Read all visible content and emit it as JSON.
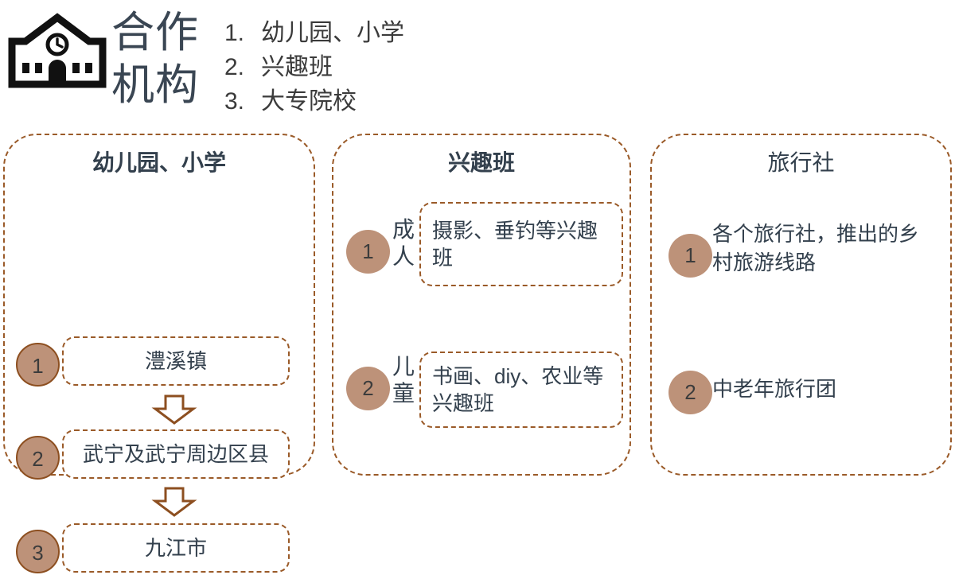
{
  "header": {
    "icon": "school-building-clock-icon",
    "title": "合作\n机构",
    "list": [
      {
        "num": "1.",
        "label": "幼儿园、小学"
      },
      {
        "num": "2.",
        "label": "兴趣班"
      },
      {
        "num": "3.",
        "label": "大专院校"
      }
    ]
  },
  "columns": {
    "kindergarten": {
      "title": "幼儿园、小学",
      "items": [
        {
          "badge": "1",
          "text": "澧溪镇"
        },
        {
          "badge": "2",
          "text": "武宁及武宁周边区县"
        },
        {
          "badge": "3",
          "text": "九江市"
        }
      ],
      "arrows": [
        "down-arrow-icon",
        "down-arrow-icon"
      ]
    },
    "hobby": {
      "title": "兴趣班",
      "items": [
        {
          "badge": "1",
          "label": "成人",
          "text": "摄影、垂钓等兴趣班"
        },
        {
          "badge": "2",
          "label": "儿童",
          "text": "书画、diy、农业等兴趣班"
        }
      ]
    },
    "travel": {
      "title": "旅行社",
      "items": [
        {
          "badge": "1",
          "text": "各个旅行社，推出的乡村旅游线路"
        },
        {
          "badge": "2",
          "text": "中老年旅行团"
        }
      ]
    }
  },
  "colors": {
    "badge_fill": "#bd9279",
    "badge_stroke": "#8d4f20",
    "dashed_border": "#9a5a28",
    "text_dark": "#33404d",
    "list_text": "#3b3b3b",
    "icon_black": "#111111"
  }
}
